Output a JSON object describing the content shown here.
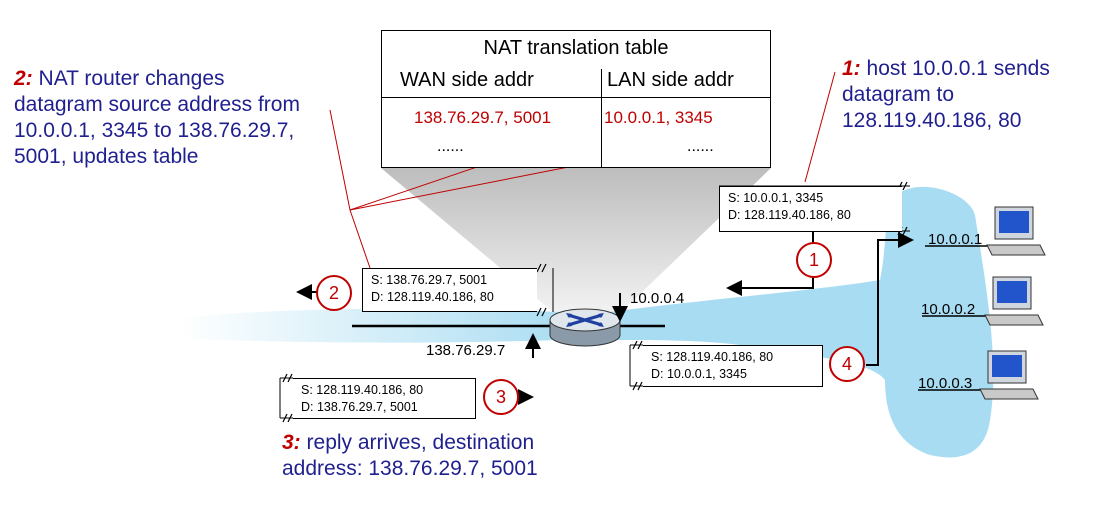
{
  "nat_table": {
    "title": "NAT translation table",
    "headers": [
      "WAN side addr",
      "LAN side addr"
    ],
    "rows": [
      {
        "wan": "138.76.29.7, 5001",
        "lan": "10.0.0.1, 3345"
      },
      {
        "wan": "......",
        "lan": "......"
      }
    ]
  },
  "notes": {
    "step1": {
      "num": "1:",
      "text": "host 10.0.0.1 sends datagram to 128.119.40.186, 80"
    },
    "step2": {
      "num": "2:",
      "text": "NAT router changes datagram source address from 10.0.0.1, 3345 to 138.76.29.7, 5001, updates table"
    },
    "step3": {
      "num": "3:",
      "text": "reply arrives, destination address: 138.76.29.7, 5001"
    }
  },
  "packets": {
    "p1": {
      "src": "S: 10.0.0.1, 3345",
      "dst": "D: 128.119.40.186, 80"
    },
    "p2": {
      "src": "S: 138.76.29.7, 5001",
      "dst": "D: 128.119.40.186, 80"
    },
    "p3": {
      "src": "S: 128.119.40.186, 80",
      "dst": "D: 138.76.29.7, 5001"
    },
    "p4": {
      "src": "S: 128.119.40.186, 80",
      "dst": "D: 10.0.0.1, 3345"
    }
  },
  "steps": [
    "1",
    "2",
    "3",
    "4"
  ],
  "addresses": {
    "router_lan": "10.0.0.4",
    "router_wan": "138.76.29.7",
    "host1": "10.0.0.1",
    "host2": "10.0.0.2",
    "host3": "10.0.0.3"
  },
  "colors": {
    "step": "#c00000",
    "note": "#1f1f8f",
    "lan_cloud": "#a8dcf2",
    "table_entry": "#c00000"
  },
  "icons": {
    "router": "router-icon",
    "host": "desktop-computer-icon"
  }
}
